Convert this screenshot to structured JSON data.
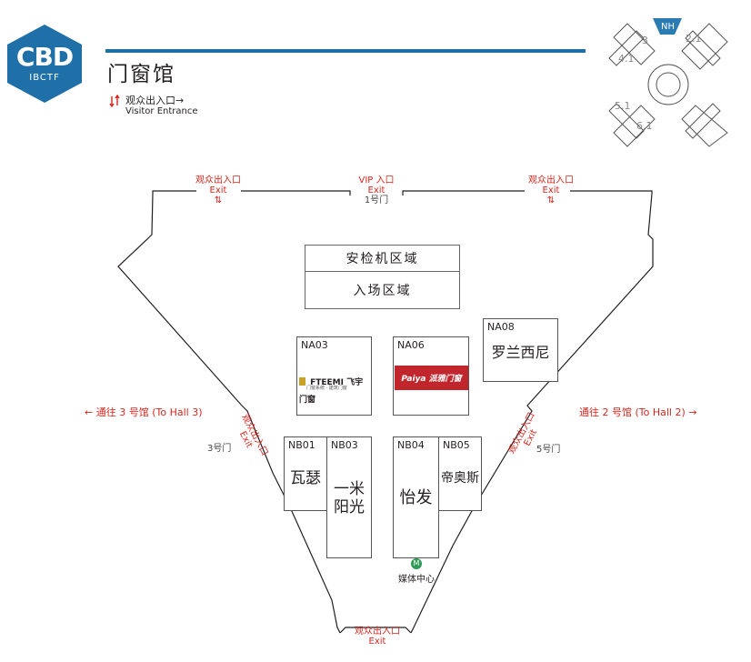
{
  "logo": {
    "main": "CBD",
    "sub": "IBCTF"
  },
  "hall": {
    "title": "门窗馆"
  },
  "legend": {
    "label_cn": "观众出入口→",
    "label_en": "Visitor Entrance"
  },
  "minimap": {
    "highlight": "NH",
    "labels": [
      "3",
      "2.1",
      "4.1",
      "5.1",
      "6.1"
    ],
    "highlight_color": "#2b7bb3"
  },
  "entrances": {
    "top_left": {
      "cn": "观众出入口",
      "en": "Exit"
    },
    "top_center": {
      "cn": "VIP 入口",
      "en": "Exit",
      "gate": "1号门"
    },
    "top_right": {
      "cn": "观众出入口",
      "en": "Exit"
    },
    "left_side": {
      "cn": "观众出入口",
      "en": "Exit",
      "gate": "3号门"
    },
    "right_side": {
      "cn": "观众出入口",
      "en": "Exit",
      "gate": "5号门"
    },
    "bottom": {
      "cn": "观众出入口",
      "en": "Exit"
    }
  },
  "directions": {
    "to_hall3": "← 通往 3 号馆 (To Hall 3)",
    "to_hall2": "通往 2 号馆 (To Hall 2) →"
  },
  "zones": {
    "security": "安检机区域",
    "entry": "入场区域"
  },
  "booths": {
    "na03": {
      "id": "NA03",
      "brand": "FTEEMI 飞宇门窗",
      "brand_sub": "门窗系统 · 建筑门窗"
    },
    "na06": {
      "id": "NA06",
      "brand": "Paiya 派雅门窗"
    },
    "na08": {
      "id": "NA08",
      "name": "罗兰西尼"
    },
    "nb01": {
      "id": "NB01",
      "name": "瓦瑟"
    },
    "nb03": {
      "id": "NB03",
      "name": "一米阳光",
      "line1": "一米",
      "line2": "阳光"
    },
    "nb04": {
      "id": "NB04",
      "name": "怡发"
    },
    "nb05": {
      "id": "NB05",
      "name": "帝奥斯"
    }
  },
  "media_center": {
    "icon_letter": "M",
    "label": "媒体中心"
  },
  "colors": {
    "brand_blue": "#1f6fa8",
    "accent_red": "#d7261e",
    "media_green": "#2e9b57",
    "paiya_red": "#c0262c"
  }
}
